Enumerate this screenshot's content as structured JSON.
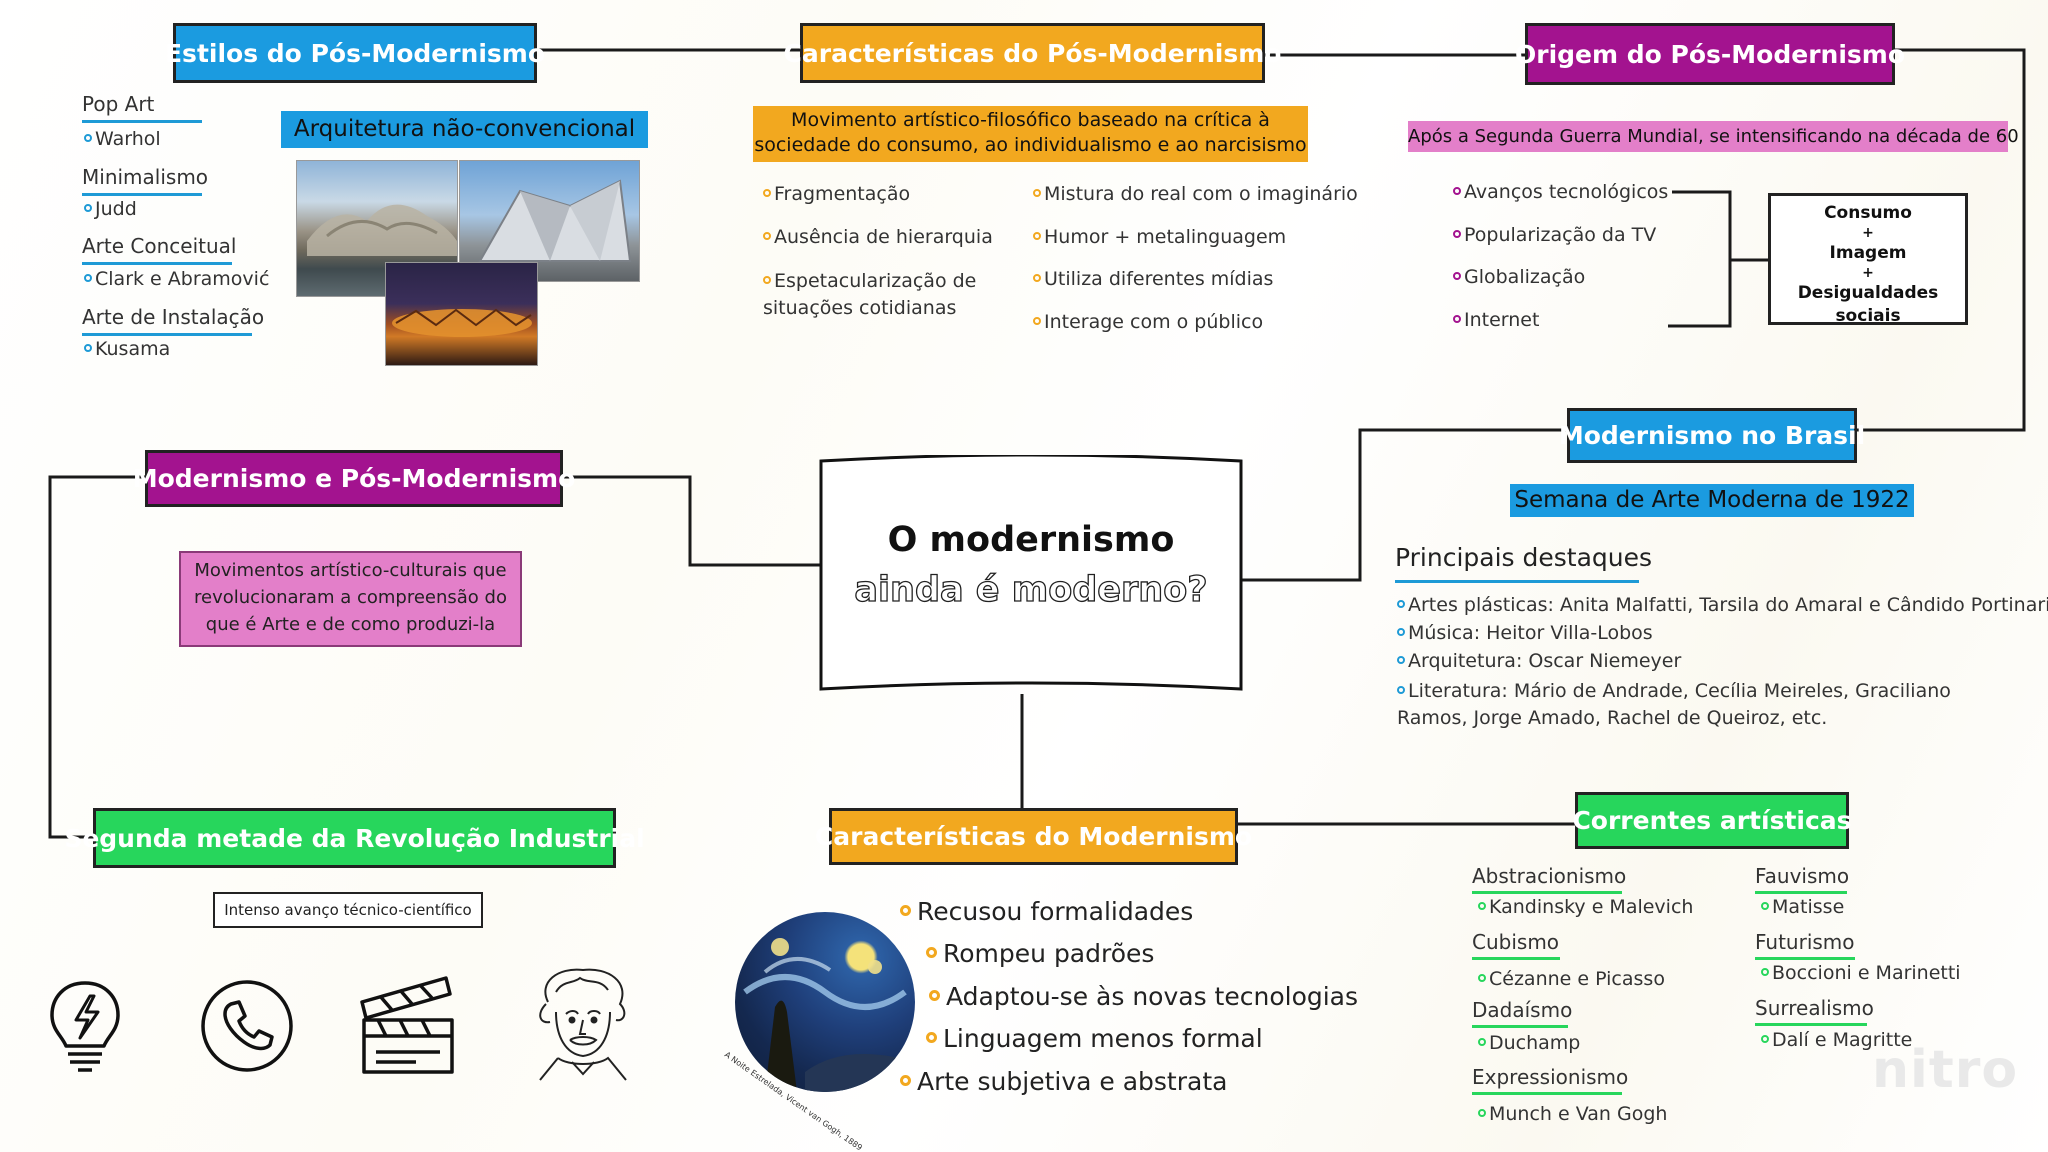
{
  "center": {
    "line1": "O modernismo",
    "line2": "ainda é moderno?"
  },
  "estilos": {
    "title": "Estilos do Pós-Modernismo",
    "items": [
      {
        "name": "Pop Art",
        "artist": "Warhol"
      },
      {
        "name": "Minimalismo",
        "artist": "Judd"
      },
      {
        "name": "Arte Conceitual",
        "artist": "Clark e Abramović"
      },
      {
        "name": "Arte de Instalação",
        "artist": "Kusama"
      }
    ],
    "arquitetura_label": "Arquitetura não-convencional"
  },
  "caracteristicas_pos": {
    "title": "Características do Pós-Modernismo",
    "description": "Movimento artístico-filosófico baseado na crítica à sociedade do consumo, ao individualismo e ao narcisismo",
    "col1": [
      "Fragmentação",
      "Ausência de hierarquia",
      "Espetacularização de situações cotidianas"
    ],
    "col2": [
      "Mistura do real com o imaginário",
      "Humor + metalinguagem",
      "Utiliza diferentes mídias",
      "Interage com o público"
    ]
  },
  "origem": {
    "title": "Origem do Pós-Modernismo",
    "note": "Após a Segunda Guerra Mundial, se intensificando na década de 60",
    "items": [
      "Avanços tecnológicos",
      "Popularização da TV",
      "Globalização",
      "Internet"
    ],
    "result": [
      "Consumo",
      "+",
      "Imagem",
      "+",
      "Desigualdades sociais"
    ]
  },
  "modernismo_brasil": {
    "title": "Modernismo no Brasil",
    "semana": "Semana de Arte Moderna de 1922",
    "destaques_title": "Principais destaques",
    "items": [
      "Artes plásticas: Anita Malfatti, Tarsila do Amaral e Cândido Portinari",
      "Música: Heitor Villa-Lobos",
      "Arquitetura: Oscar Niemeyer",
      "Literatura: Mário de Andrade, Cecília Meireles, Graciliano Ramos, Jorge Amado, Rachel de Queiroz, etc."
    ]
  },
  "mod_pos": {
    "title": "Modernismo e Pós-Modernismo",
    "text": "Movimentos artístico-culturais que revolucionaram a compreensão do que é Arte e de como produzi-la"
  },
  "revolucao": {
    "title": "Segunda metade da Revolução Industrial",
    "note": "Intenso avanço técnico-científico",
    "icons": [
      "lightbulb-icon",
      "phone-icon",
      "clapperboard-icon",
      "einstein-portrait-icon"
    ]
  },
  "caracteristicas_mod": {
    "title": "Características do Modernismo",
    "items": [
      "Recusou formalidades",
      "Rompeu padrões",
      "Adaptou-se às novas tecnologias",
      "Linguagem menos formal",
      "Arte subjetiva e abstrata"
    ],
    "painting_caption": "A Noite Estrelada, Vicent van Gogh, 1889"
  },
  "correntes": {
    "title": "Correntes artísticas",
    "col1": [
      {
        "name": "Abstracionismo",
        "artists": "Kandinsky e Malevich"
      },
      {
        "name": "Cubismo",
        "artists": "Cézanne e Picasso"
      },
      {
        "name": "Dadaísmo",
        "artists": "Duchamp"
      },
      {
        "name": "Expressionismo",
        "artists": "Munch e Van Gogh"
      }
    ],
    "col2": [
      {
        "name": "Fauvismo",
        "artists": "Matisse"
      },
      {
        "name": "Futurismo",
        "artists": "Boccioni e Marinetti"
      },
      {
        "name": "Surrealismo",
        "artists": "Dalí e Magritte"
      }
    ]
  },
  "watermark": "nitro",
  "colors": {
    "blue": "#1b9be0",
    "orange": "#f2a81f",
    "purple": "#a3138f",
    "green": "#27d65c",
    "pink": "#e37fc9"
  }
}
